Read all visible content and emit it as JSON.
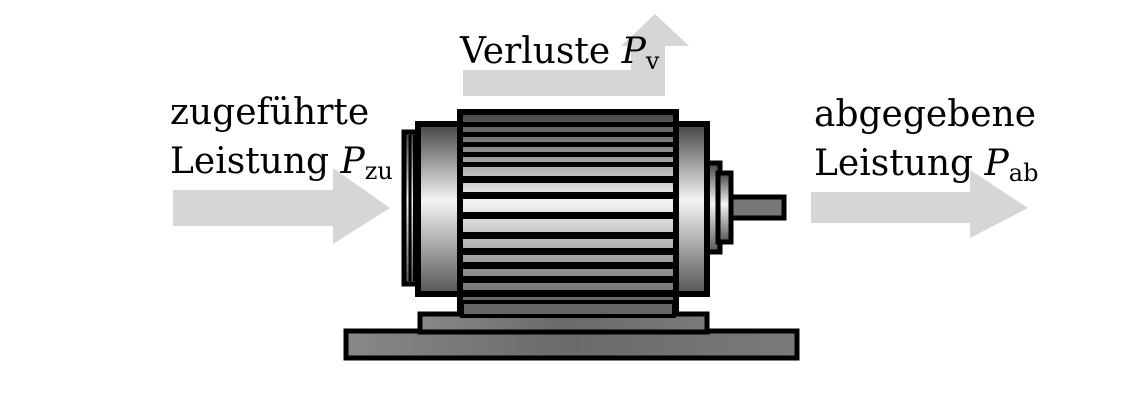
{
  "labels": {
    "input": {
      "line1": "zugeführte",
      "line2": "Leistung",
      "symbol": "P",
      "subscript": "zu"
    },
    "losses": {
      "text": "Verluste",
      "symbol": "P",
      "subscript": "v"
    },
    "output": {
      "line1": "abgegebene",
      "line2": "Leistung",
      "symbol": "P",
      "subscript": "ab"
    }
  },
  "colors": {
    "arrow": "#d6d6d6",
    "outline": "#000000",
    "metal_dark": "#5a5a5a",
    "metal_light": "#f2f2f2"
  }
}
